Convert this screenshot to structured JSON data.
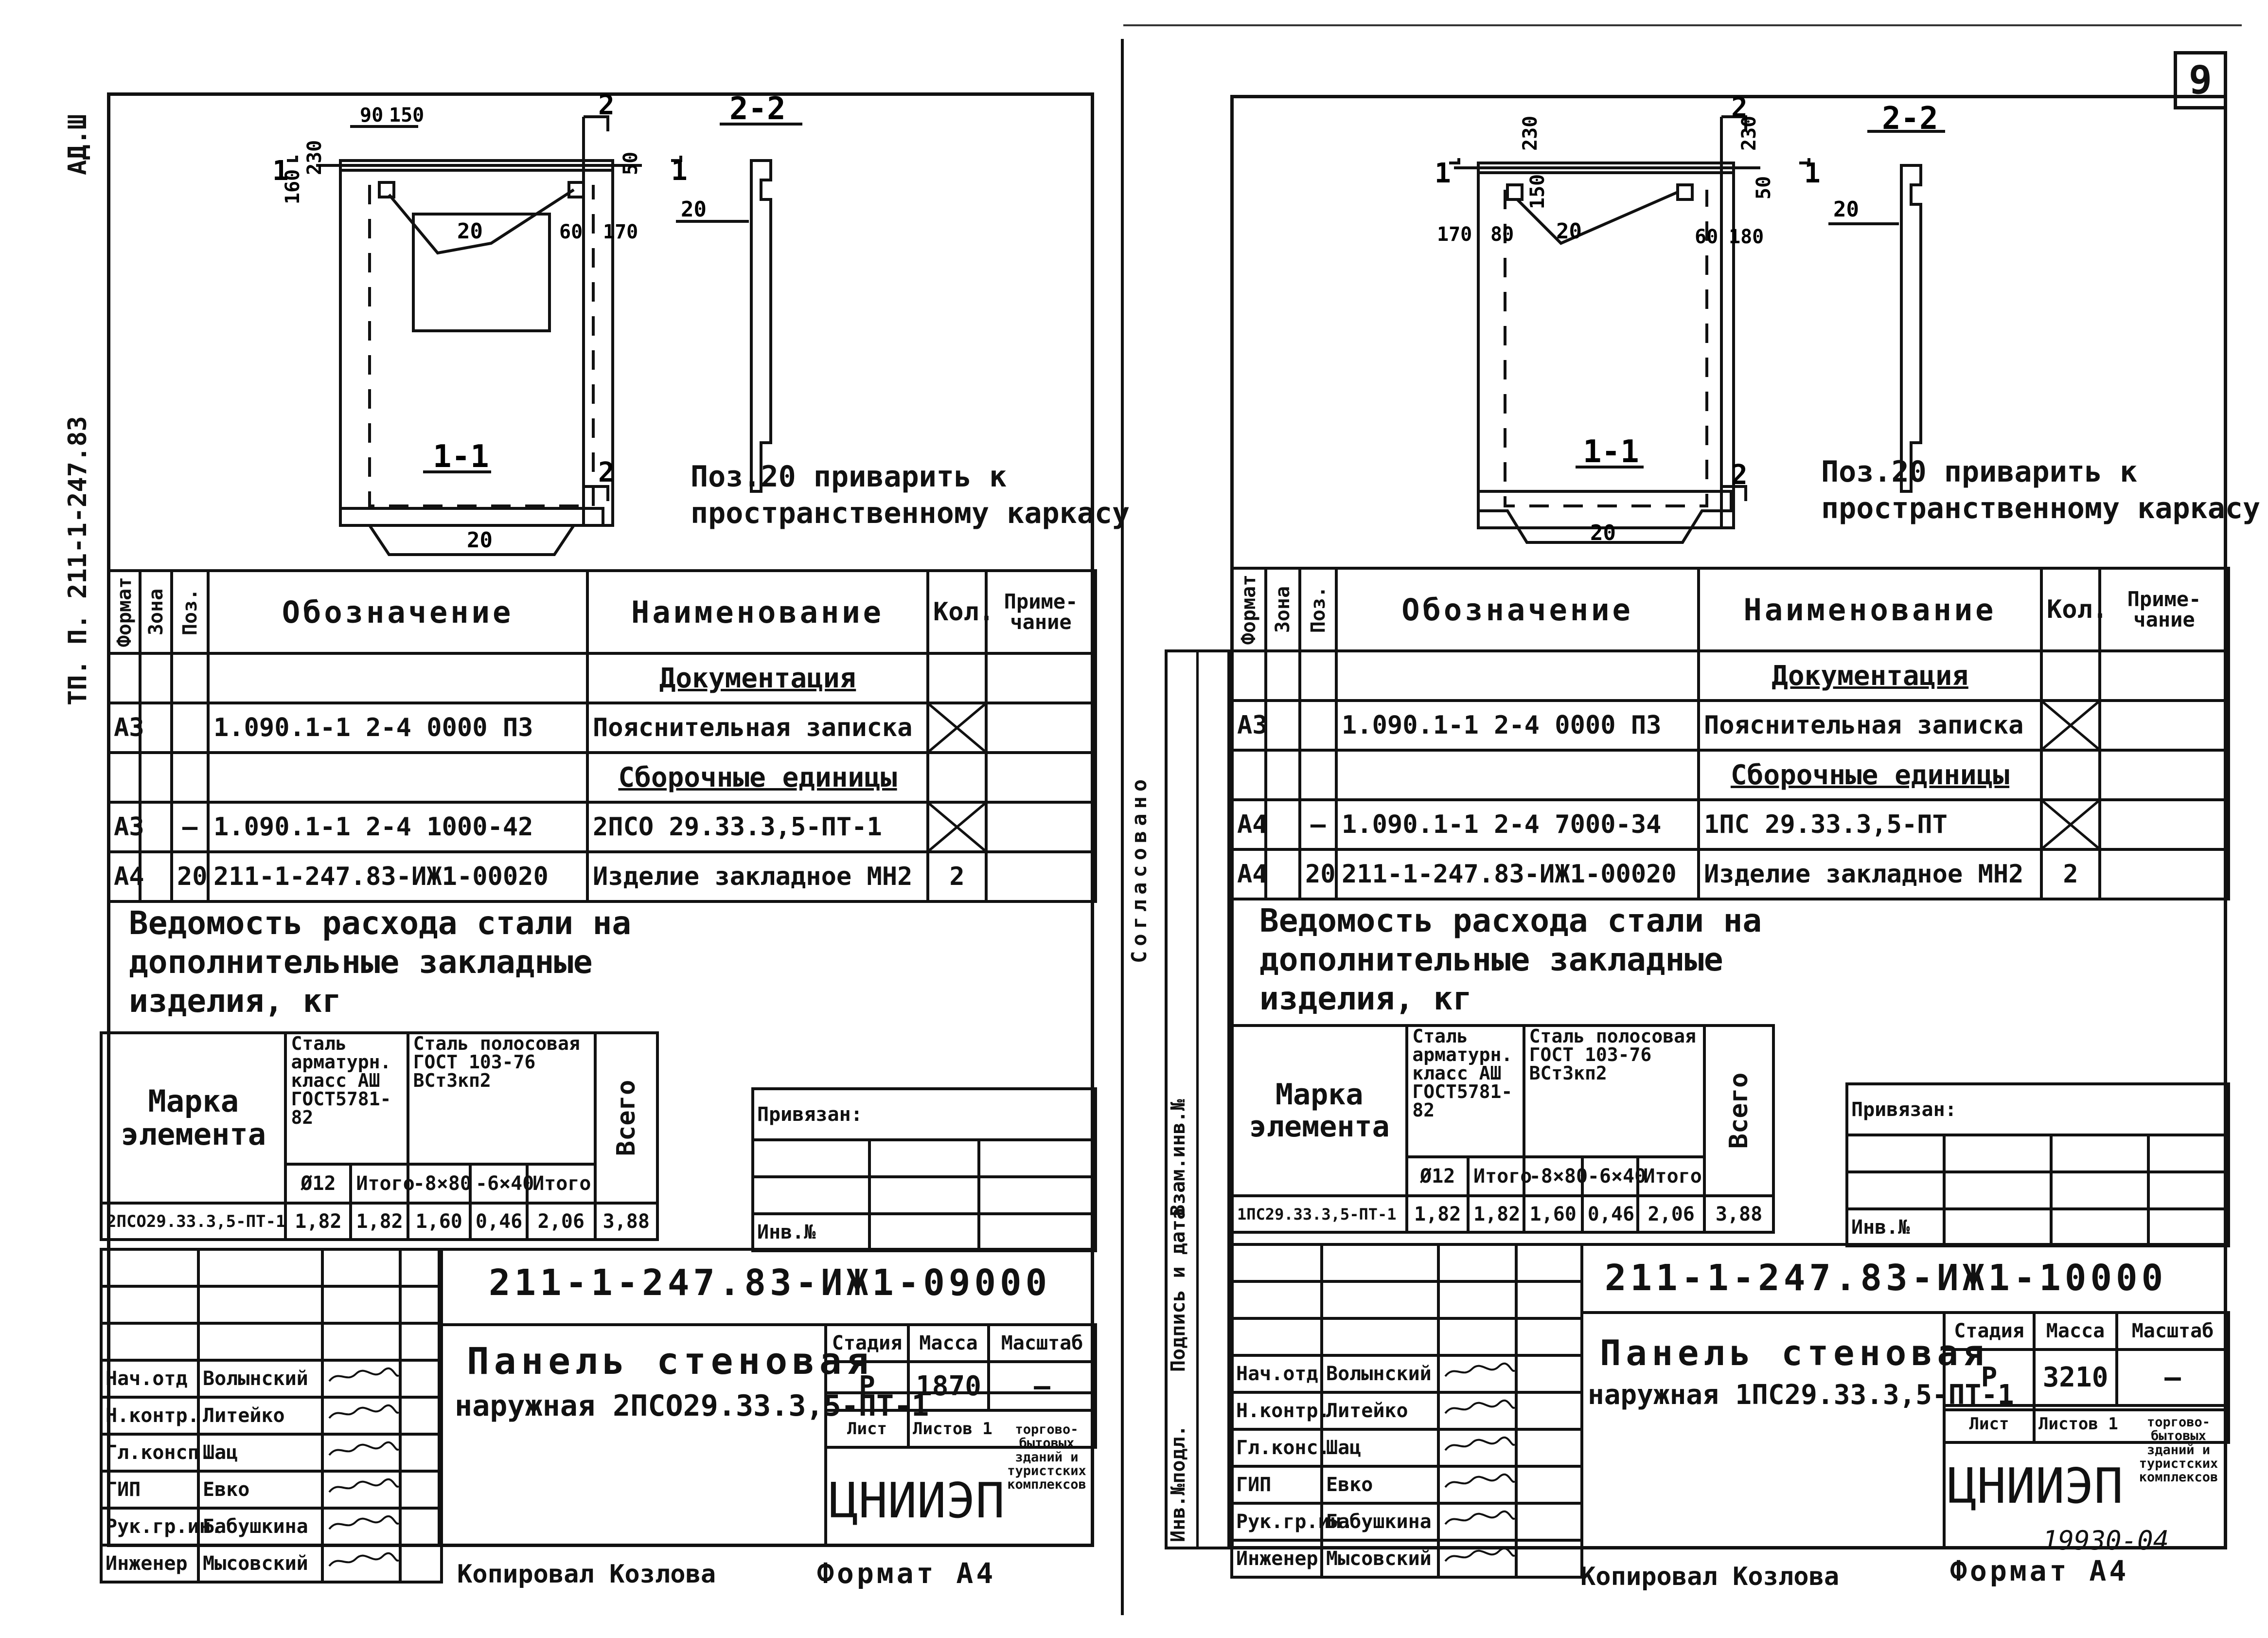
{
  "page_number": "9",
  "margin_codes": {
    "left_top": "АД.Ш",
    "left_series": "ТП. П. 211-1-247.83"
  },
  "strip_labels": [
    "Согласовано",
    "Инв.№подл.",
    "Подпись и дата",
    "Взам.инв.№"
  ],
  "left_sheet": {
    "section_label": "2-2",
    "cut_markers": {
      "one": "1",
      "two": "2"
    },
    "view_label": "1-1",
    "dims": [
      "160",
      "90",
      "150",
      "230",
      "50",
      "60",
      "170",
      "20",
      "20",
      "20"
    ],
    "note": [
      "Поз.20 приварить к",
      "пространственному каркасу"
    ],
    "spec_headers": {
      "format": "Формат",
      "zone": "Зона",
      "pos": "Поз.",
      "designation": "Обозначение",
      "name": "Наименование",
      "qty": "Кол.",
      "note": "Приме- чание"
    },
    "spec_rows": [
      {
        "format": "",
        "zone": "",
        "pos": "",
        "designation": "",
        "name": "Документация",
        "qty": "",
        "note": "",
        "type": "section"
      },
      {
        "format": "А3",
        "zone": "",
        "pos": "",
        "designation": "1.090.1-1   2-4   0000 ПЗ",
        "name": "Пояснительная записка",
        "qty": "X",
        "note": "",
        "type": "row"
      },
      {
        "format": "",
        "zone": "",
        "pos": "",
        "designation": "",
        "name": "Сборочные единицы",
        "qty": "",
        "note": "",
        "type": "section"
      },
      {
        "format": "А3",
        "zone": "",
        "pos": "–",
        "designation": "1.090.1-1   2-4   1000-42",
        "name": "2ПСО 29.33.3,5-ПТ-1",
        "qty": "X",
        "note": "",
        "type": "row"
      },
      {
        "format": "А4",
        "zone": "",
        "pos": "20",
        "designation": "211-1-247.83-ИЖ1-00020",
        "name": "Изделие закладное МН2",
        "qty": "2",
        "note": "",
        "type": "row"
      }
    ],
    "steel_title": [
      "Ведомость расхода стали на",
      "дополнительные закладные",
      "изделия, кг"
    ],
    "steel_headers": {
      "mark": "Марка элемента",
      "rebar": "Сталь арматурн. класс АШ ГОСТ5781-82",
      "strip": "Сталь полосовая ГОСТ 103-76 ВСт3кп2",
      "total": "Всего",
      "d12": "Ø12",
      "subtotal1": "Итого",
      "s1": "-8×80",
      "s2": "-6×40",
      "subtotal2": "Итого"
    },
    "steel_row": {
      "mark": "2ПСО29.33.3,5-ПТ-1",
      "d12": "1,82",
      "subtotal1": "1,82",
      "s1": "1,60",
      "s2": "0,46",
      "subtotal2": "2,06",
      "total": "3,88"
    },
    "bound_label": "Привязан:",
    "inv_label": "Инв.№",
    "doc_code": "211-1-247.83-ИЖ1-09000",
    "title": [
      "Панель стеновая",
      "наружная 2ПСО29.33.3,5-ПТ-1"
    ],
    "stage_headers": [
      "Стадия",
      "Масса",
      "Масштаб"
    ],
    "stage_values": [
      "Р",
      "1870",
      "—"
    ],
    "sheet_labels": [
      "Лист",
      "Листов 1"
    ],
    "org_logo": "ЦНИИЭП",
    "org_text": "торгово-бытовых зданий и туристских комплексов",
    "signers": [
      {
        "role": "Нач.отд",
        "name": "Волынский"
      },
      {
        "role": "Н.контр.",
        "name": "Литейко"
      },
      {
        "role": "Гл.консп.",
        "name": "Шац"
      },
      {
        "role": "ГИП",
        "name": "Евко"
      },
      {
        "role": "Рук.гр.ин.",
        "name": "Бабушкина"
      },
      {
        "role": "Инженер",
        "name": "Мысовский"
      }
    ],
    "copied": "Копировал Козлова",
    "format": "Формат А4"
  },
  "right_sheet": {
    "section_label": "2-2",
    "cut_markers": {
      "one": "1",
      "two": "2"
    },
    "view_label": "1-1",
    "dims": [
      "230",
      "230",
      "150",
      "50",
      "170",
      "80",
      "20",
      "60",
      "180",
      "20",
      "20"
    ],
    "note": [
      "Поз.20 приварить к",
      "пространственному каркасу"
    ],
    "spec_headers": {
      "format": "Формат",
      "zone": "Зона",
      "pos": "Поз.",
      "designation": "Обозначение",
      "name": "Наименование",
      "qty": "Кол.",
      "note": "Приме- чание"
    },
    "spec_rows": [
      {
        "format": "",
        "zone": "",
        "pos": "",
        "designation": "",
        "name": "Документация",
        "qty": "",
        "note": "",
        "type": "section"
      },
      {
        "format": "А3",
        "zone": "",
        "pos": "",
        "designation": "1.090.1-1   2-4   0000 ПЗ",
        "name": "Пояснительная записка",
        "qty": "X",
        "note": "",
        "type": "row"
      },
      {
        "format": "",
        "zone": "",
        "pos": "",
        "designation": "",
        "name": "Сборочные единицы",
        "qty": "",
        "note": "",
        "type": "section"
      },
      {
        "format": "А4",
        "zone": "",
        "pos": "–",
        "designation": "1.090.1-1   2-4   7000-34",
        "name": "1ПС 29.33.3,5-ПТ",
        "qty": "X",
        "note": "",
        "type": "row"
      },
      {
        "format": "А4",
        "zone": "",
        "pos": "20",
        "designation": "211-1-247.83-ИЖ1-00020",
        "name": "Изделие закладное МН2",
        "qty": "2",
        "note": "",
        "type": "row"
      }
    ],
    "steel_title": [
      "Ведомость расхода стали на",
      "дополнительные закладные",
      "изделия, кг"
    ],
    "steel_headers": {
      "mark": "Марка элемента",
      "rebar": "Сталь арматурн. класс АШ ГОСТ5781-82",
      "strip": "Сталь полосовая ГОСТ 103-76 ВСт3кп2",
      "total": "Всего",
      "d12": "Ø12",
      "subtotal1": "Итого",
      "s1": "-8×80",
      "s2": "-6×40",
      "subtotal2": "Итого"
    },
    "steel_row": {
      "mark": "1ПС29.33.3,5-ПТ-1",
      "d12": "1,82",
      "subtotal1": "1,82",
      "s1": "1,60",
      "s2": "0,46",
      "subtotal2": "2,06",
      "total": "3,88"
    },
    "bound_label": "Привязан:",
    "inv_label": "Инв.№",
    "doc_code": "211-1-247.83-ИЖ1-10000",
    "title": [
      "Панель стеновая",
      "наружная 1ПС29.33.3,5-ПТ-1"
    ],
    "stage_headers": [
      "Стадия",
      "Масса",
      "Масштаб"
    ],
    "stage_values": [
      "Р",
      "3210",
      "—"
    ],
    "sheet_labels": [
      "Лист",
      "Листов 1"
    ],
    "org_logo": "ЦНИИЭП",
    "org_text": "торгово-бытовых зданий и туристских комплексов",
    "signers": [
      {
        "role": "Нач.отд",
        "name": "Волынский"
      },
      {
        "role": "Н.контр.",
        "name": "Литейко"
      },
      {
        "role": "Гл.конс.",
        "name": "Шац"
      },
      {
        "role": "ГИП",
        "name": "Евко"
      },
      {
        "role": "Рук.гр.ин.",
        "name": "Бабушкина"
      },
      {
        "role": "Инженер",
        "name": "Мысовский"
      }
    ],
    "copied": "Копировал Козлова",
    "format": "Формат А4",
    "archive_no": "19930-04"
  }
}
